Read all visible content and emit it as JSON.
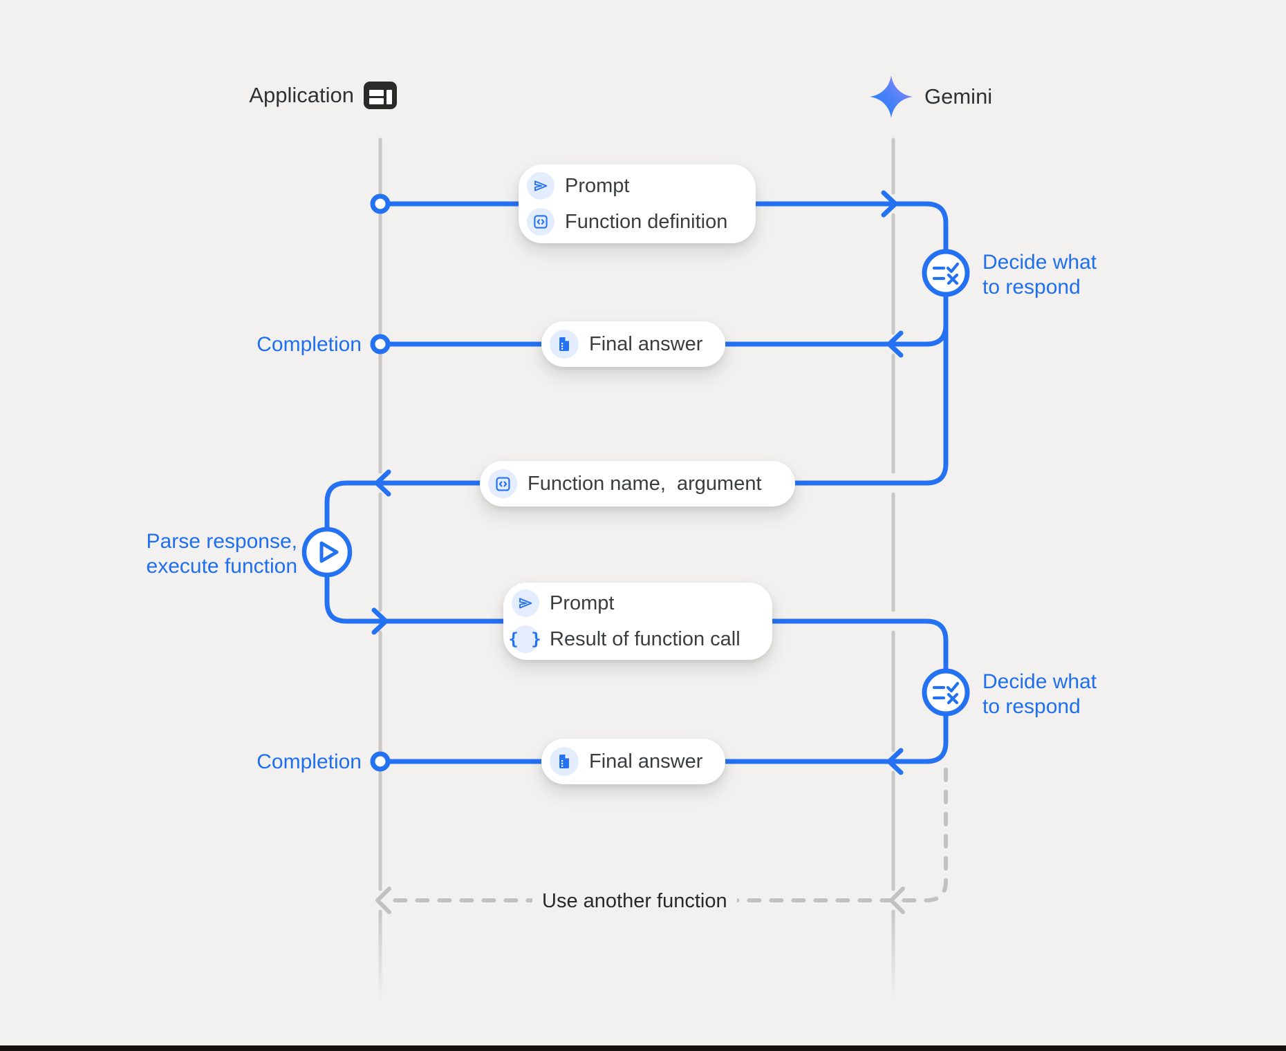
{
  "actors": {
    "application": "Application",
    "gemini": "Gemini"
  },
  "cards": {
    "prompt_function_definition": {
      "row1": "Prompt",
      "row2": "Function definition"
    },
    "final_answer_1": "Final answer",
    "function_name_argument": "Function name,  argument",
    "prompt_result": {
      "row1": "Prompt",
      "row2": "Result of function call"
    },
    "final_answer_2": "Final answer"
  },
  "labels": {
    "completion_1": "Completion",
    "completion_2": "Completion",
    "decide_1_line1": "Decide what",
    "decide_1_line2": "to respond",
    "decide_2_line1": "Decide what",
    "decide_2_line2": "to respond",
    "parse_line1": "Parse response,",
    "parse_line2": "execute function",
    "use_another_function": "Use another function"
  },
  "icons": {
    "application": "app-window-icon",
    "gemini": "gemini-star-icon",
    "prompt": "send-icon",
    "function_definition": "code-icon",
    "final_answer": "document-icon",
    "function_name_argument": "code-icon",
    "result_of_function_call": "braces-icon",
    "decide": "checklist-rule-icon",
    "parse_execute": "play-icon"
  },
  "colors": {
    "background": "#F2F1EF",
    "accent_blue": "#2471F2",
    "text_blue": "#1E6FF0",
    "icon_bubble_blue": "#E4EDFD",
    "lifeline_gray": "#C9C8C5",
    "dashed_gray": "#C2C1BE",
    "text_dark": "#3A3D40",
    "bottom_bar": "#15110D"
  }
}
